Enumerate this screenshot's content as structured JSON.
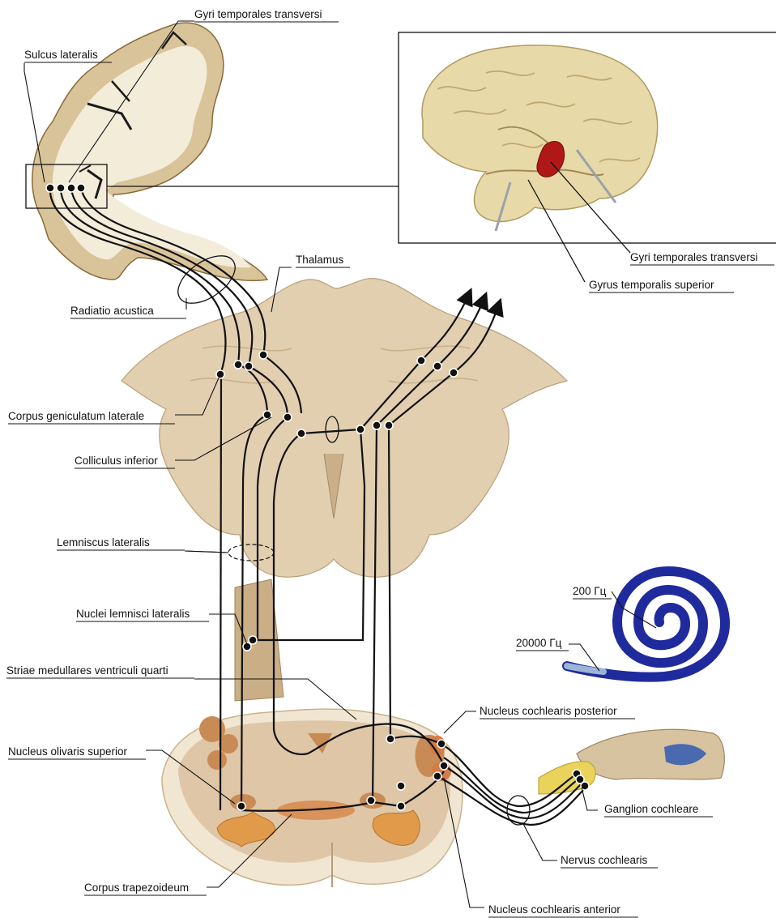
{
  "labels": {
    "gyri_temporales_transversi_top": "Gyri temporales transversi",
    "sulcus_lateralis": "Sulcus lateralis",
    "thalamus": "Thalamus",
    "radiatio_acustica": "Radiatio acustica",
    "corpus_geniculatum_laterale": "Corpus geniculatum laterale",
    "colliculus_inferior": "Colliculus inferior",
    "lemniscus_lateralis": "Lemniscus lateralis",
    "nuclei_lemnisci_lateralis": "Nuclei lemnisci lateralis",
    "striae_medullares": "Striae medullares ventriculi quarti",
    "nucleus_olivaris_superior": "Nucleus olivaris superior",
    "corpus_trapezoideum": "Corpus trapezoideum",
    "gyri_temporales_transversi_inset": "Gyri temporales transversi",
    "gyrus_temporalis_superior": "Gyrus temporalis superior",
    "freq_200": "200 Гц",
    "freq_20000": "20000 Гц",
    "nucleus_cochlearis_posterior": "Nucleus cochlearis posterior",
    "ganglion_cochleare": "Ganglion cochleare",
    "nervus_cochlearis": "Nervus cochlearis",
    "nucleus_cochlearis_anterior": "Nucleus cochlearis anterior"
  },
  "colors": {
    "cortex_gray": "#d9c49a",
    "white_matter": "#f3ecd9",
    "brainstem": "#e2cfb0",
    "nucleus": "#d08a52",
    "heschl_highlight": "#b01818",
    "cochlea_spiral": "#1f2a9c",
    "ganglion": "#e9d35a",
    "pathway_line": "#111111"
  }
}
